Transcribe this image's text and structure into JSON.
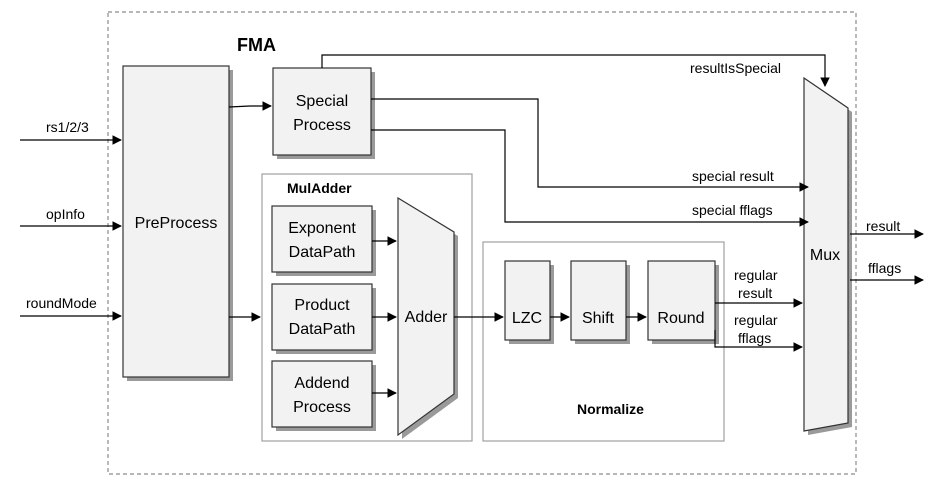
{
  "diagram": {
    "title": "FMA",
    "inputs": {
      "rs": "rs1/2/3",
      "opinfo": "opInfo",
      "roundmode": "roundMode"
    },
    "blocks": {
      "preprocess": "PreProcess",
      "special_l1": "Special",
      "special_l2": "Process",
      "exponent_l1": "Exponent",
      "exponent_l2": "DataPath",
      "product_l1": "Product",
      "product_l2": "DataPath",
      "addend_l1": "Addend",
      "addend_l2": "Process",
      "adder": "Adder",
      "lzc": "LZC",
      "shift": "Shift",
      "round": "Round",
      "mux": "Mux"
    },
    "groups": {
      "muladder": "MulAdder",
      "normalize": "Normalize"
    },
    "signals": {
      "result_is_special": "resultIsSpecial",
      "special_result": "special result",
      "special_fflags": "special fflags",
      "regular_result_l1": "regular",
      "regular_result_l2": "result",
      "regular_fflags_l1": "regular",
      "regular_fflags_l2": "fflags"
    },
    "outputs": {
      "result": "result",
      "fflags": "fflags"
    }
  }
}
